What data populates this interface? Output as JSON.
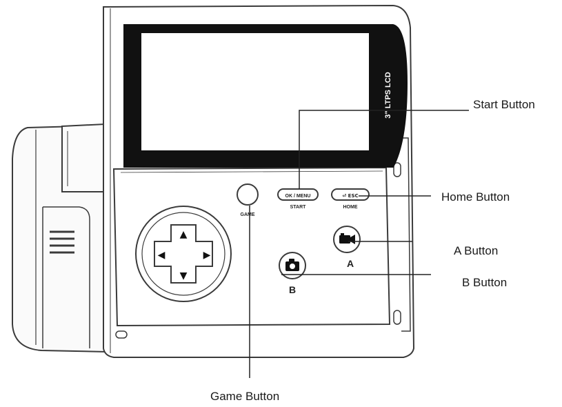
{
  "device": {
    "screen_label": "3\" LTPS LCD",
    "buttons": {
      "start_top": "OK / MENU",
      "start_bottom": "START",
      "home_top": "⏎ ESC",
      "home_bottom": "HOME",
      "game": "GAME",
      "a": "A",
      "b": "B"
    },
    "dpad": {
      "up": "▲",
      "down": "▼",
      "left": "◀",
      "right": "▶"
    }
  },
  "callouts": {
    "start": "Start Button",
    "home": "Home Button",
    "a": "A Button",
    "b": "B Button",
    "game": "Game Button"
  }
}
